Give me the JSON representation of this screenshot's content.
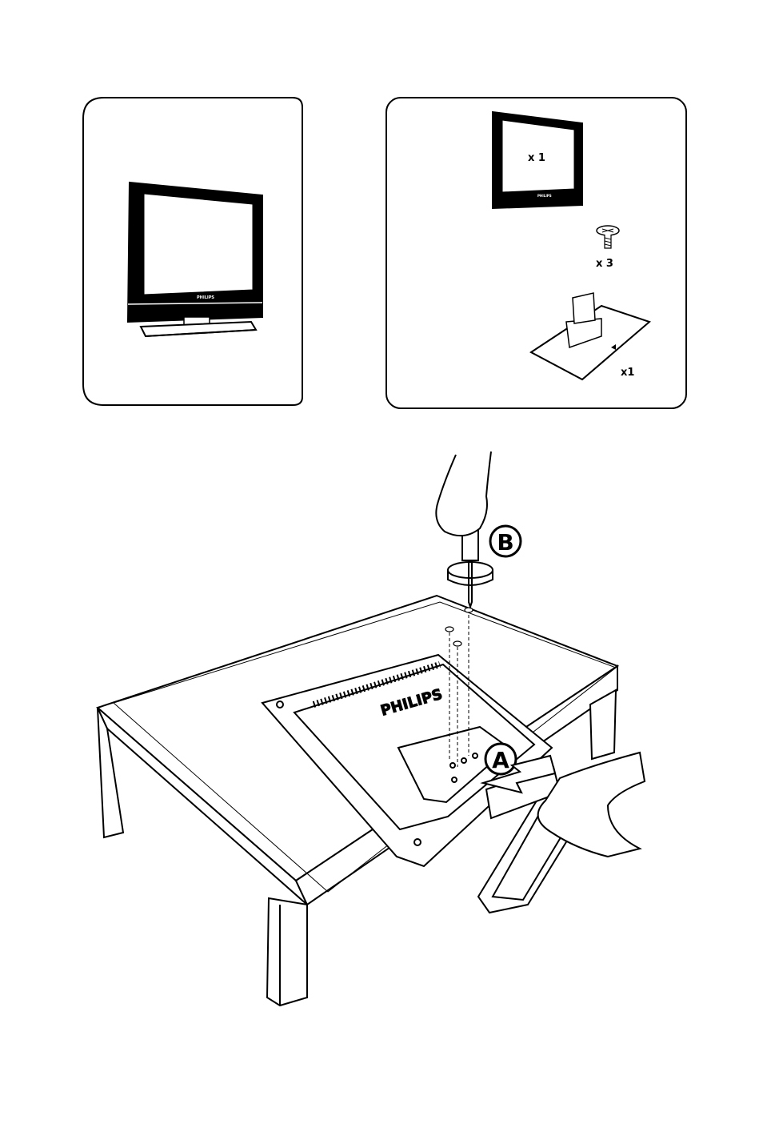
{
  "assembled_tv": {
    "brand": "PHILIPS"
  },
  "parts": {
    "tv": {
      "qty": "x 1",
      "brand": "PHILIPS"
    },
    "screw": {
      "qty": "x 3"
    },
    "stand": {
      "qty": "x1"
    }
  },
  "assembly": {
    "step_a": "A",
    "step_b": "B",
    "rear_logo": "PHILIPS"
  },
  "colors": {
    "line": "#000000",
    "background": "#ffffff"
  }
}
